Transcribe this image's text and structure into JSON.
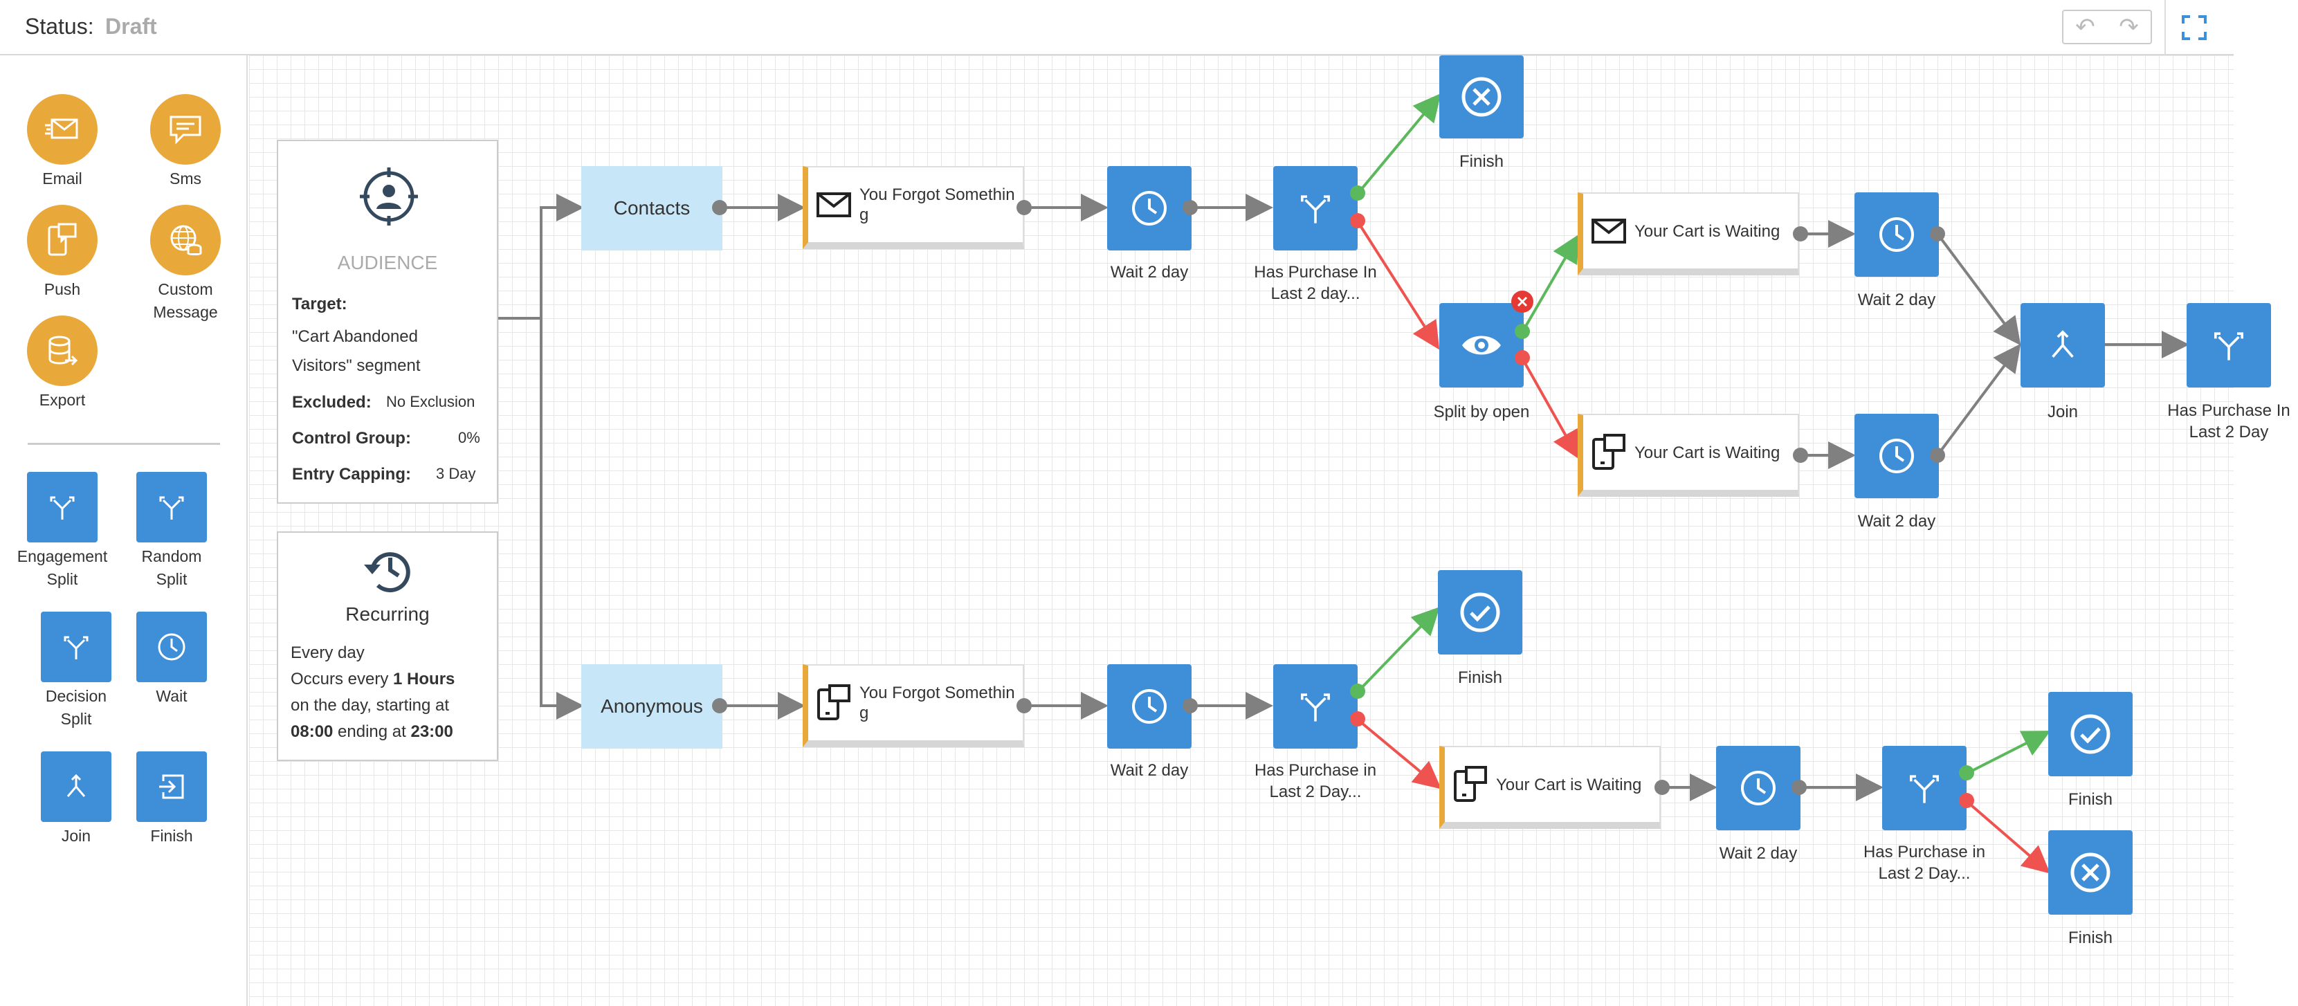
{
  "header": {
    "status_label": "Status:",
    "status_value": "Draft"
  },
  "palette": {
    "email": "Email",
    "sms": "Sms",
    "push": "Push",
    "custom": "Custom Message",
    "export": "Export",
    "engagement": "Engagement Split",
    "random": "Random Split",
    "decision": "Decision Split",
    "wait": "Wait",
    "join": "Join",
    "finish": "Finish"
  },
  "audience": {
    "title": "AUDIENCE",
    "target_label": "Target:",
    "target_value": "\"Cart Abandoned Visitors\" segment",
    "excluded_label": "Excluded:",
    "excluded_value": "No Exclusion",
    "control_label": "Control Group:",
    "control_value": "0%",
    "capping_label": "Entry Capping:",
    "capping_value": "3 Day"
  },
  "recurring": {
    "title": "Recurring",
    "line1": "Every day",
    "line2_pre": "Occurs every ",
    "line2_bold": "1 Hours",
    "line3": "on the day, starting at",
    "start": "08:00",
    "mid": " ending at ",
    "end": "23:00"
  },
  "flow": {
    "contacts": "Contacts",
    "anonymous": "Anonymous",
    "msg_top": "You Forgot Something",
    "msg_bottom": "You Forgot Something",
    "cart_email": "Your Cart is Waiting",
    "cart_push": "Your Cart is Waiting",
    "cart_bottom": "Your Cart is Waiting",
    "wait_top": "Wait 2 day",
    "wait_bottom": "Wait 2 day",
    "wait_cart1": "Wait 2 day",
    "wait_cart2": "Wait 2 day",
    "wait_cart3": "Wait 2 day",
    "has_purchase_top": "Has Purchase In Last 2 day...",
    "has_purchase_bottom": "Has Purchase in Last 2 Day...",
    "has_purchase_br": "Has Purchase in Last 2 Day...",
    "has_purchase_cut": "Has Purchase In Last 2 Day",
    "finish_top": "Finish",
    "finish_mid": "Finish",
    "finish_br1": "Finish",
    "finish_br2": "Finish",
    "split_open": "Split by open",
    "join": "Join"
  },
  "colors": {
    "node": "#3f8fd8",
    "channel": "#e8a83a",
    "yes": "#5cb85c",
    "no": "#ef5350",
    "edge": "#808080"
  }
}
